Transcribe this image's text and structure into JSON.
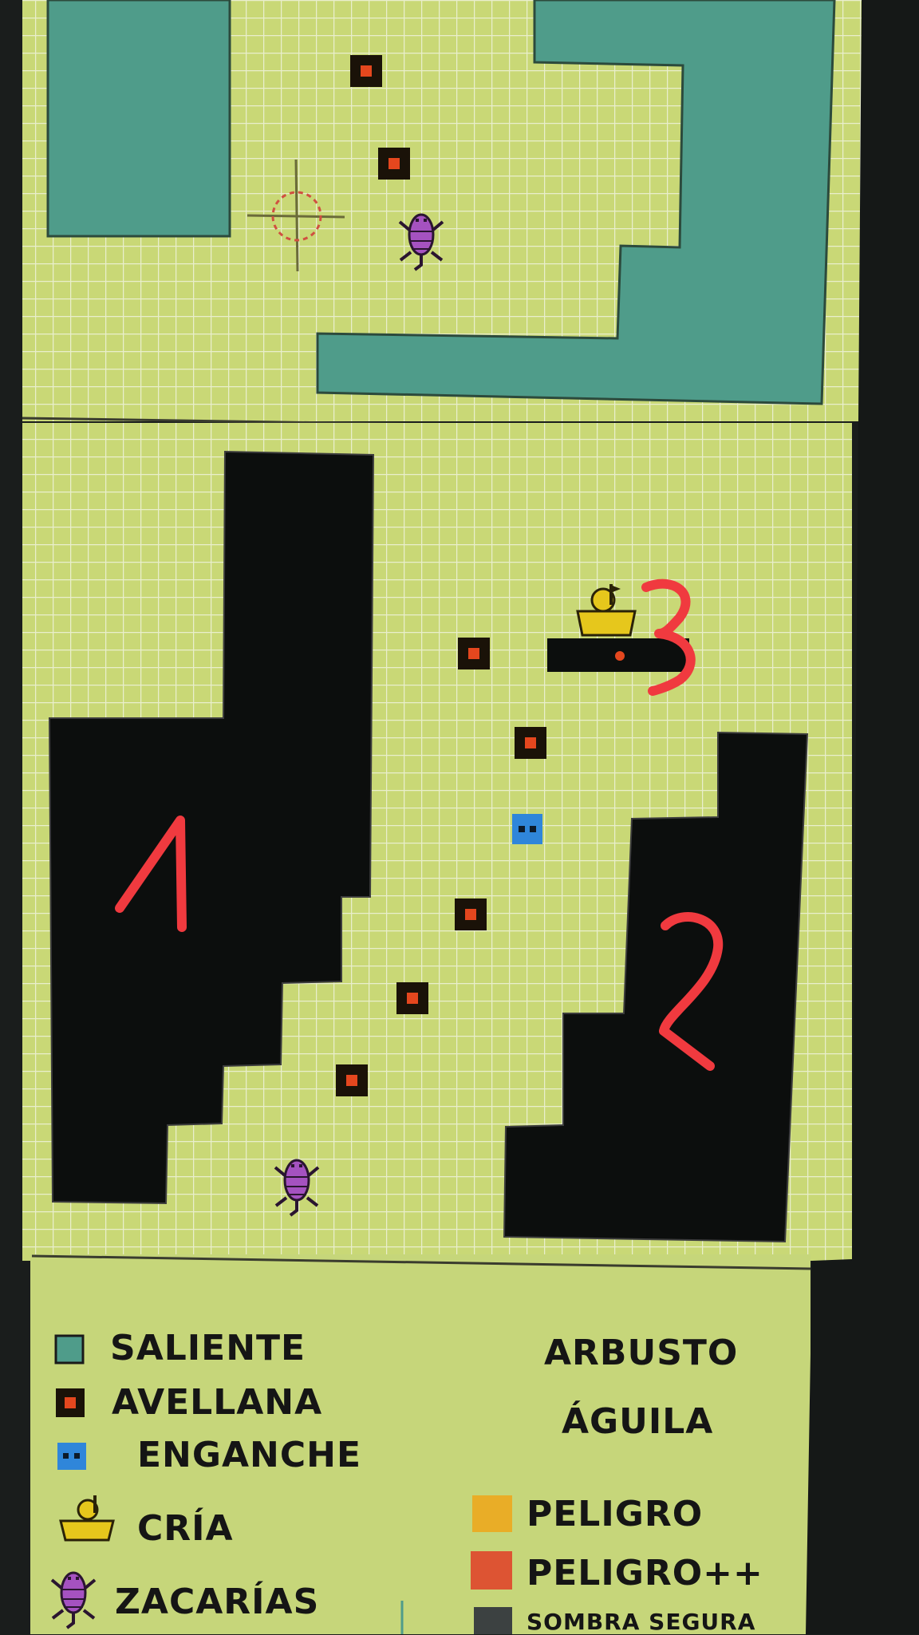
{
  "colors": {
    "grass": "#c9d876",
    "grid": "#e9eecc",
    "ledge": "#4f9c8a",
    "wall": "#0c0e0d",
    "hazelnut": "#e4471e",
    "hook": "#2f86da",
    "chick": "#e6c71c",
    "zacarias": "#a552c0",
    "danger": "#e9ad27",
    "danger_plus": "#dd5433",
    "safe_shade": "#3c4141",
    "annotation": "#f03a3f"
  },
  "map": {
    "annotations": [
      "1",
      "2",
      "3"
    ]
  },
  "legend": {
    "items": [
      {
        "icon": "ledge-swatch",
        "label": "SALIENTE"
      },
      {
        "icon": "hazelnut-icon",
        "label": "AVELLANA"
      },
      {
        "icon": "hook-icon",
        "label": "ENGANCHE"
      },
      {
        "icon": "chick-icon",
        "label": "CRÍA"
      },
      {
        "icon": "zacarias-icon",
        "label": "ZACARÍAS"
      },
      {
        "icon": "",
        "label": "ARBUSTO"
      },
      {
        "icon": "",
        "label": "ÁGUILA"
      },
      {
        "icon": "danger-swatch",
        "label": "PELIGRO"
      },
      {
        "icon": "danger-plus-swatch",
        "label": "PELIGRO++"
      },
      {
        "icon": "safe-shade-swatch",
        "label": "SOMBRA SEGURA"
      }
    ]
  }
}
